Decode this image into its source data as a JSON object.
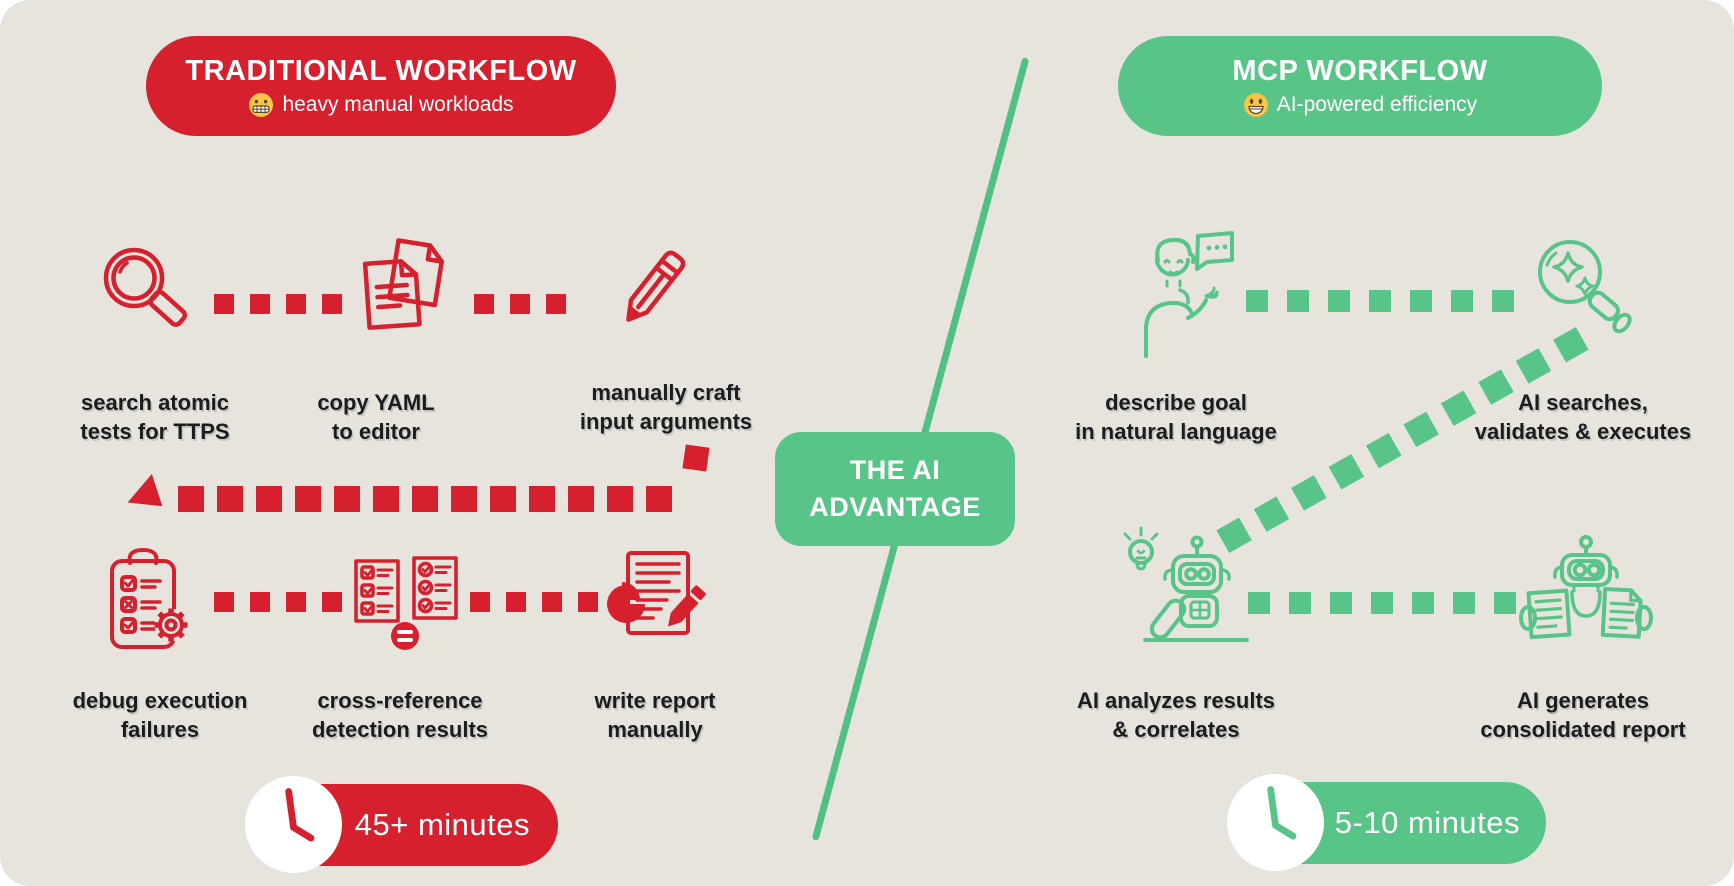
{
  "colors": {
    "background": "#e7e4de",
    "red": "#d6202e",
    "green": "#58c487",
    "label_text": "#1c1c1e"
  },
  "left_header": {
    "title": "TRADITIONAL WORKFLOW",
    "emoji": "grimacing-face",
    "subtitle": "heavy manual workloads"
  },
  "right_header": {
    "title": "MCP WORKFLOW",
    "emoji": "grinning-face",
    "subtitle": "AI-powered efficiency"
  },
  "center": {
    "badge": "THE AI\nADVANTAGE"
  },
  "left_steps": [
    {
      "icon": "magnifier",
      "label": "search atomic\ntests for TTPS"
    },
    {
      "icon": "copy-documents",
      "label": "copy YAML\nto editor"
    },
    {
      "icon": "pencil",
      "label": "manually craft\ninput arguments"
    },
    {
      "icon": "clipboard-gear",
      "label": "debug execution\nfailures"
    },
    {
      "icon": "cross-reference-documents",
      "label": "cross-reference\ndetection results"
    },
    {
      "icon": "report-pie-pencil",
      "label": "write report\nmanually"
    }
  ],
  "right_steps": [
    {
      "icon": "person-speech-bubble",
      "label": "describe goal\nin natural language"
    },
    {
      "icon": "sparkle-magnifier",
      "label": "AI searches,\nvalidates & executes"
    },
    {
      "icon": "robot-lightbulb",
      "label": "AI analyzes results\n& correlates"
    },
    {
      "icon": "robot-documents",
      "label": "AI generates\nconsolidated report"
    }
  ],
  "left_timer": {
    "label": "45+ minutes"
  },
  "right_timer": {
    "label": "5-10 minutes"
  }
}
